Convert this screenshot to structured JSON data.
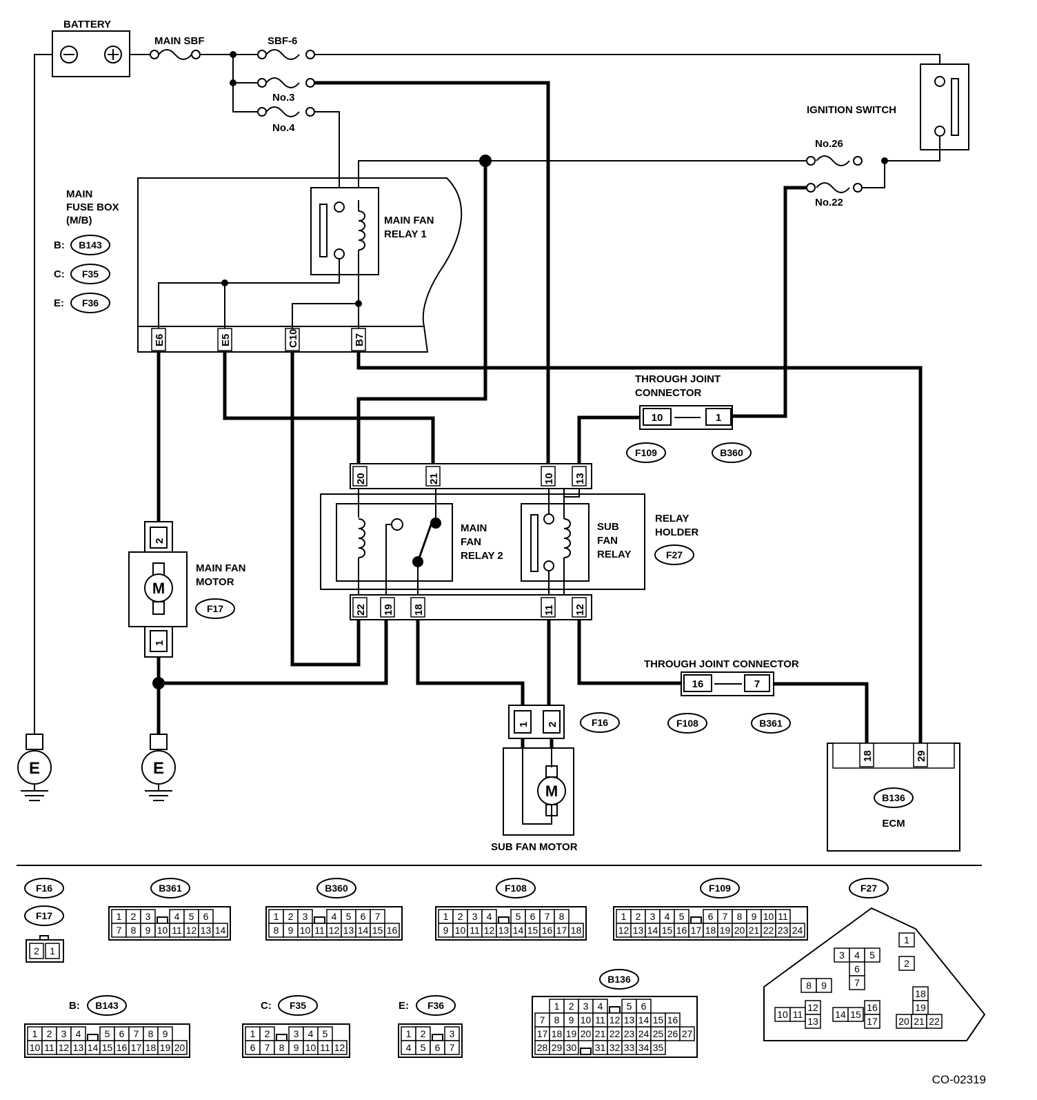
{
  "labels": {
    "battery": "BATTERY",
    "main_sbf": "MAIN SBF",
    "sbf6": "SBF-6",
    "no3": "No.3",
    "no4": "No.4",
    "ignition_switch": "IGNITION SWITCH",
    "no26": "No.26",
    "no22": "No.22",
    "main_fuse_box_1": "MAIN",
    "main_fuse_box_2": "FUSE BOX",
    "main_fuse_box_3": "(M/B)",
    "b_prefix": "B:",
    "c_prefix": "C:",
    "e_prefix": "E:",
    "main_fan_relay1_1": "MAIN FAN",
    "main_fan_relay1_2": "RELAY 1",
    "through_joint_1": "THROUGH JOINT",
    "through_joint_2": "CONNECTOR",
    "through_joint_bottom": "THROUGH JOINT CONNECTOR",
    "main_fan_relay2_1": "MAIN",
    "main_fan_relay2_2": "FAN",
    "main_fan_relay2_3": "RELAY 2",
    "sub_fan_relay_1": "SUB",
    "sub_fan_relay_2": "FAN",
    "sub_fan_relay_3": "RELAY",
    "relay_holder_1": "RELAY",
    "relay_holder_2": "HOLDER",
    "main_fan_motor_1": "MAIN FAN",
    "main_fan_motor_2": "MOTOR",
    "sub_fan_motor": "SUB FAN MOTOR",
    "ecm": "ECM",
    "motor_symbol": "M",
    "ground_symbol": "E",
    "minus": "−",
    "plus": "+",
    "figure_code": "CO-02319"
  },
  "connectors": {
    "b143": "B143",
    "f35": "F35",
    "f36": "F36",
    "f17": "F17",
    "f109": "F109",
    "b360": "B360",
    "f27": "F27",
    "f16": "F16",
    "f108": "F108",
    "b361": "B361",
    "b136": "B136"
  },
  "pins": {
    "e6": "E6",
    "e5": "E5",
    "c10": "C10",
    "b7": "B7",
    "p20": "20",
    "p21": "21",
    "p10": "10",
    "p13": "13",
    "p22": "22",
    "p19": "19",
    "p18": "18",
    "p11": "11",
    "p12": "12",
    "tj10": "10",
    "tj1": "1",
    "tj16": "16",
    "tj7": "7",
    "m2": "2",
    "m1": "1",
    "s1": "1",
    "s2": "2",
    "ecm18": "18",
    "ecm29": "29"
  },
  "legend": {
    "f16": "F16",
    "f17": "F17",
    "f16_f17_cells": [
      "2",
      "1"
    ],
    "b361": "B361",
    "b361_rows": [
      [
        "1",
        "2",
        "3",
        "",
        "4",
        "5",
        "6"
      ],
      [
        "7",
        "8",
        "9",
        "10",
        "11",
        "12",
        "13",
        "14"
      ]
    ],
    "b360": "B360",
    "b360_rows": [
      [
        "1",
        "2",
        "3",
        "",
        "4",
        "5",
        "6",
        "7"
      ],
      [
        "8",
        "9",
        "10",
        "11",
        "12",
        "13",
        "14",
        "15",
        "16"
      ]
    ],
    "f108": "F108",
    "f108_rows": [
      [
        "1",
        "2",
        "3",
        "4",
        "",
        "5",
        "6",
        "7",
        "8"
      ],
      [
        "9",
        "10",
        "11",
        "12",
        "13",
        "14",
        "15",
        "16",
        "17",
        "18"
      ]
    ],
    "f109": "F109",
    "f109_rows": [
      [
        "1",
        "2",
        "3",
        "4",
        "5",
        "",
        "6",
        "7",
        "8",
        "9",
        "10",
        "11"
      ],
      [
        "12",
        "13",
        "14",
        "15",
        "16",
        "17",
        "18",
        "19",
        "20",
        "21",
        "22",
        "23",
        "24"
      ]
    ],
    "f27": "F27",
    "f27_cells": [
      "1",
      "2",
      "3",
      "4",
      "5",
      "6",
      "7",
      "8",
      "9",
      "10",
      "11",
      "12",
      "13",
      "14",
      "15",
      "16",
      "17",
      "18",
      "19",
      "20",
      "21",
      "22"
    ],
    "b143_prefix": "B:",
    "b143": "B143",
    "b143_rows": [
      [
        "1",
        "2",
        "3",
        "4",
        "",
        "5",
        "6",
        "7",
        "8",
        "9"
      ],
      [
        "10",
        "11",
        "12",
        "13",
        "14",
        "15",
        "16",
        "17",
        "18",
        "19",
        "20"
      ]
    ],
    "f35_prefix": "C:",
    "f35": "F35",
    "f35_rows": [
      [
        "1",
        "2",
        "",
        "3",
        "4",
        "5"
      ],
      [
        "6",
        "7",
        "8",
        "9",
        "10",
        "11",
        "12"
      ]
    ],
    "f36_prefix": "E:",
    "f36": "F36",
    "f36_rows": [
      [
        "1",
        "2",
        "",
        "3"
      ],
      [
        "4",
        "5",
        "6",
        "7"
      ]
    ],
    "b136": "B136",
    "b136_rows": [
      [
        "1",
        "2",
        "3",
        "4",
        "",
        "5",
        "6"
      ],
      [
        "7",
        "8",
        "9",
        "10",
        "11",
        "12",
        "13",
        "14",
        "15",
        "16"
      ],
      [
        "17",
        "18",
        "19",
        "20",
        "21",
        "22",
        "23",
        "24",
        "25",
        "26",
        "27"
      ],
      [
        "28",
        "29",
        "30",
        "",
        "31",
        "32",
        "33",
        "34",
        "35"
      ]
    ]
  }
}
